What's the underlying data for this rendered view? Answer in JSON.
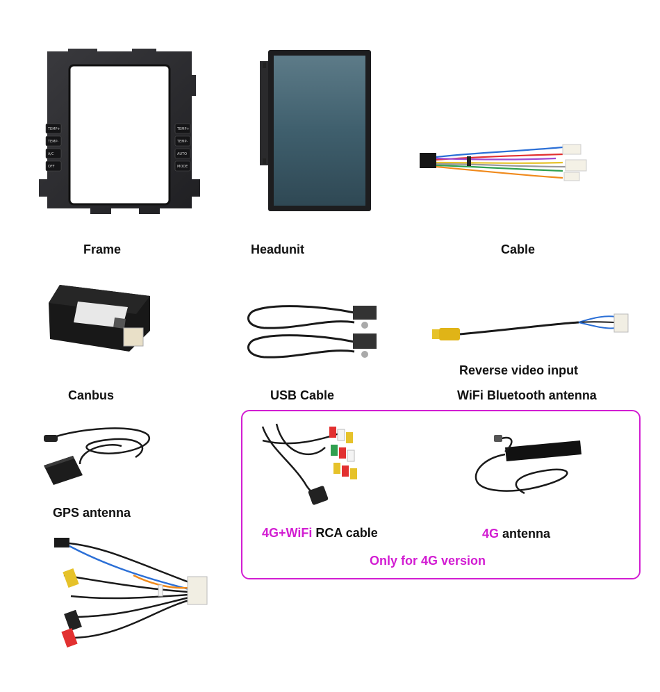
{
  "items": {
    "frame": "Frame",
    "headunit": "Headunit",
    "cable": "Cable",
    "canbus": "Canbus",
    "usb_cable": "USB Cable",
    "reverse_video_input": "Reverse video input",
    "wifi_bt_antenna": "WiFi Bluetooth antenna",
    "gps_antenna": "GPS antenna"
  },
  "box_4g": {
    "rca_highlight": "4G+WiFi",
    "rca_rest": " RCA cable",
    "antenna_highlight": "4G",
    "antenna_rest": " antenna",
    "note": "Only for 4G version"
  },
  "frame_buttons_left": [
    "TEMP+",
    "TEMP-",
    "A/C",
    "OFF"
  ],
  "frame_buttons_right": [
    "TEMP+",
    "TEMP-",
    "AUTO",
    "MODE"
  ],
  "colors": {
    "accent": "#d21dd2",
    "label": "#111111",
    "frame": "#2b2b2e",
    "screen": "#3f5f6d"
  },
  "icons": {
    "frame": "dash-frame-icon",
    "headunit": "headunit-screen-icon",
    "cable": "wiring-harness-icon",
    "canbus": "canbus-box-icon",
    "usb": "usb-cable-icon",
    "reverse": "rca-reverse-cable-icon",
    "gps": "gps-antenna-icon",
    "rca": "rca-cable-icon",
    "antenna4g": "4g-antenna-icon",
    "harness": "rca-harness-icon"
  }
}
